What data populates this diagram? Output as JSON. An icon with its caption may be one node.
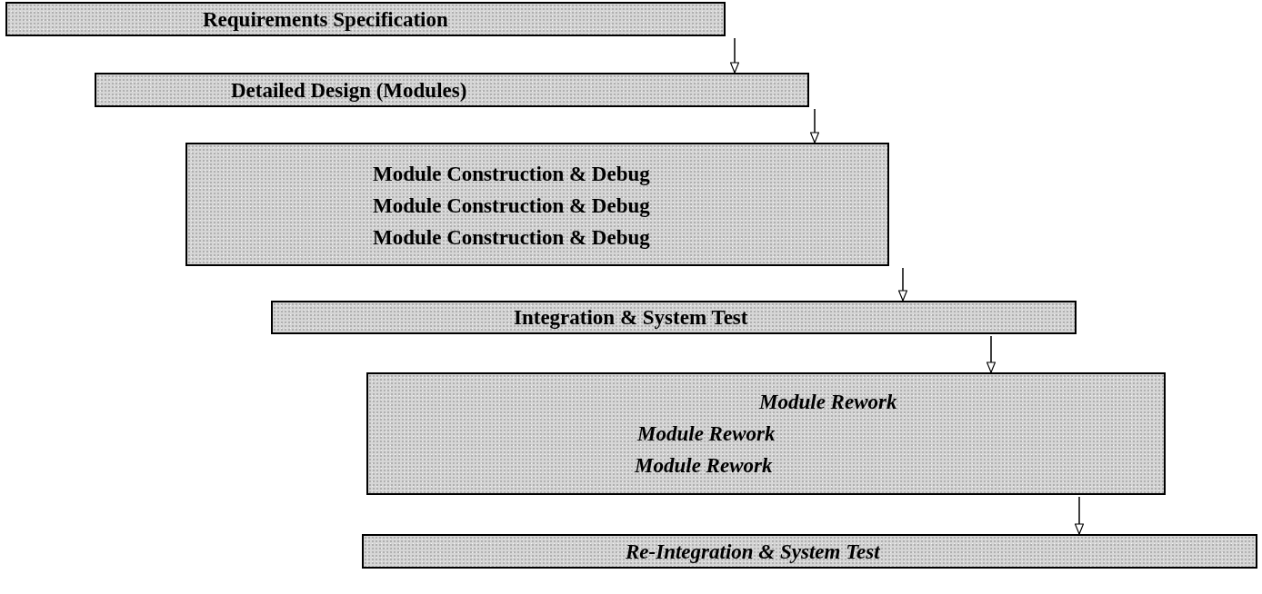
{
  "diagram": {
    "nodes": [
      {
        "text": [
          "Requirements Specification"
        ]
      },
      {
        "text": [
          "Detailed Design (Modules)"
        ]
      },
      {
        "text": [
          "Module Construction & Debug",
          "Module Construction & Debug",
          "Module Construction & Debug"
        ]
      },
      {
        "text": [
          "Integration & System Test"
        ]
      },
      {
        "text": [
          "Module Rework",
          "Module Rework",
          "Module Rework"
        ]
      },
      {
        "text": [
          "Re-Integration & System Test"
        ]
      }
    ],
    "edges": [
      {
        "from": 0,
        "to": 1,
        "arrow": "to"
      },
      {
        "from": 1,
        "to": 2,
        "arrow": "to"
      },
      {
        "from": 2,
        "to": 3,
        "arrow": "to"
      },
      {
        "from": 3,
        "to": 4,
        "arrow": "to"
      },
      {
        "from": 4,
        "to": 5,
        "arrow": "to"
      }
    ]
  }
}
